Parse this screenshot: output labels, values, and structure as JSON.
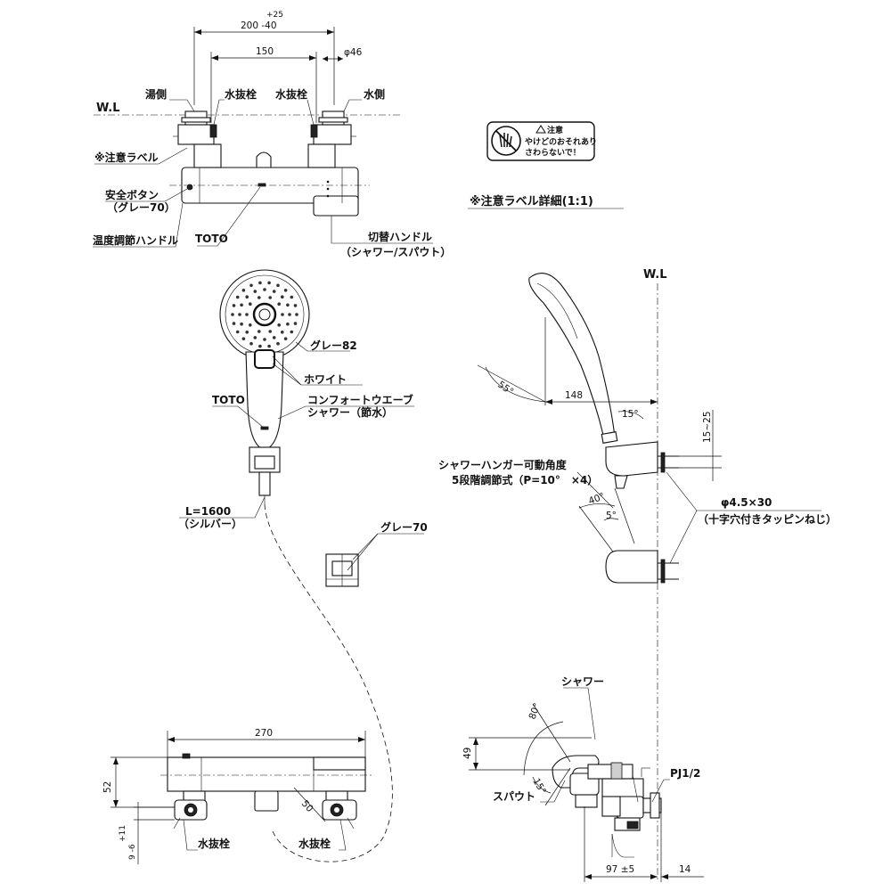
{
  "labels": {
    "wl_top": "W.L",
    "wl_right": "W.L",
    "hot_side": "湯側",
    "water_side": "水側",
    "drain_plug_left_top": "水抜栓",
    "drain_plug_right_top": "水抜栓",
    "caution_label": "※注意ラベル",
    "safety_button": "安全ボタン",
    "safety_button_color": "（グレー70）",
    "temp_handle": "温度調節ハンドル",
    "toto_body": "TOTO",
    "switch_handle": "切替ハンドル",
    "switch_handle_sub": "（シャワー/スパウト）",
    "caution_detail": "※注意ラベル詳細(1:1)",
    "caution_icon_title": "注意",
    "caution_text_1": "やけどのおそれあり",
    "caution_text_2": "さわらないで！",
    "grey82": "グレー82",
    "white": "ホワイト",
    "toto_head": "TOTO",
    "shower_name_1": "コンフォートウエーブ",
    "shower_name_2": "シャワー（節水）",
    "hose_length": "L=1600",
    "hose_color": "（シルバー）",
    "grey70_holder": "グレー70",
    "hanger_angle_1": "シャワーハンガー可動角度",
    "hanger_angle_2": "5段階調節式（P=10°　×4）",
    "screw_1": "φ4.5×30",
    "screw_2": "（十字穴付きタッピンねじ）",
    "shower": "シャワー",
    "spout": "スパウト",
    "pj": "PJ1/2",
    "drain_plug_left_bottom": "水抜栓",
    "drain_plug_right_bottom": "水抜栓"
  },
  "dimensions": {
    "tol_plus": "+25",
    "tol_pitch": "200 -40",
    "pitch_150": "150",
    "phi46": "φ46",
    "width_270": "270",
    "h_52": "52",
    "tol_11": "+11",
    "tol_9_6": "9 -6",
    "d_50": "50",
    "angle_55": "55°",
    "d_148": "148",
    "angle_15_top": "15°",
    "d_15_25": "15~25",
    "angle_40": "40°",
    "angle_5": "5°",
    "angle_80": "80°",
    "angle_15_bottom": "15°",
    "d_49": "49",
    "d_97": "97 ±5",
    "d_14": "14"
  }
}
